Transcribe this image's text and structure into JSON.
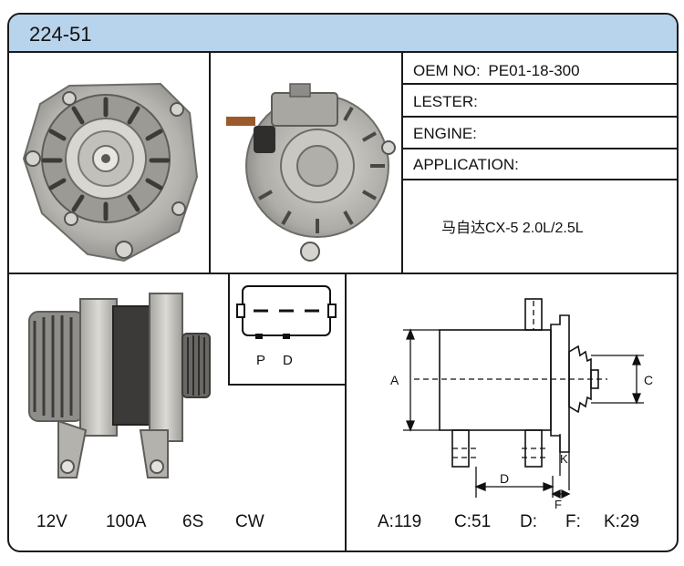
{
  "title": "224-51",
  "info": {
    "oem_label": "OEM NO:",
    "oem_value": "PE01-18-300",
    "lester_label": "LESTER:",
    "engine_label": "ENGINE:",
    "application_label": "APPLICATION:",
    "application_value": "马自达CX-5  2.0L/2.5L"
  },
  "connector": {
    "pin1": "P",
    "pin2": "D"
  },
  "specs": {
    "voltage": "12V",
    "current": "100A",
    "pulley": "6S",
    "rotation": "CW"
  },
  "dimensions": {
    "a": "A:119",
    "c": "C:51",
    "d": "D:",
    "f": "F:",
    "k": "K:29"
  },
  "drawing_labels": {
    "a": "A",
    "c": "C",
    "d": "D",
    "f": "F",
    "k": "K"
  },
  "colors": {
    "title_bar": "#b8d3ec",
    "metal": "#b9b7b2",
    "metal_dark": "#6e6c68"
  }
}
